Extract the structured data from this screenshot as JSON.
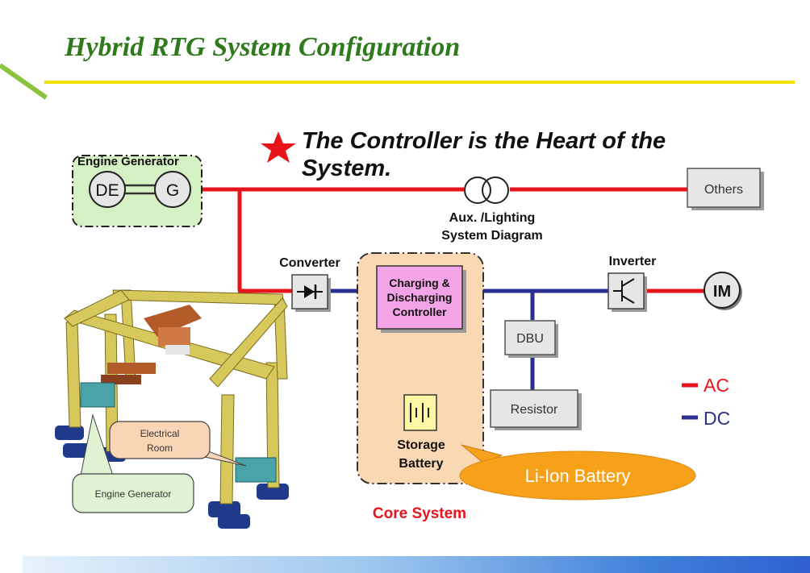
{
  "title": "Hybrid RTG System Configuration",
  "headline_line1": "The Controller is the Heart of the",
  "headline_line2": "System.",
  "engine_generator_label": "Engine Generator",
  "de_label": "DE",
  "g_label": "G",
  "aux_label_line1": "Aux. /Lighting",
  "aux_label_line2": "System Diagram",
  "others_label": "Others",
  "converter_label": "Converter",
  "inverter_label": "Inverter",
  "controller_line1": "Charging &",
  "controller_line2": "Discharging",
  "controller_line3": "Controller",
  "im_label": "IM",
  "dbu_label": "DBU",
  "resistor_label": "Resistor",
  "battery_line1": "Storage",
  "battery_line2": "Battery",
  "li_ion_label": "Li-Ion Battery",
  "core_system_label": "Core System",
  "legend": {
    "ac_label": "AC",
    "dc_label": "DC",
    "ac_color": "#e8141c",
    "dc_color": "#2b2f8f"
  },
  "crane": {
    "electrical_room_line1": "Electrical",
    "electrical_room_line2": "Room",
    "engine_generator_callout": "Engine Generator"
  },
  "colors": {
    "title": "#2f7a1c",
    "rule": "#f2e400",
    "controller_fill": "#f3a4e6",
    "core_fill": "#fbd8b4",
    "battery_fill": "#fbf7a4",
    "li_ion_fill": "#f7a11a",
    "engine_box_fill": "#d5f0c3"
  }
}
